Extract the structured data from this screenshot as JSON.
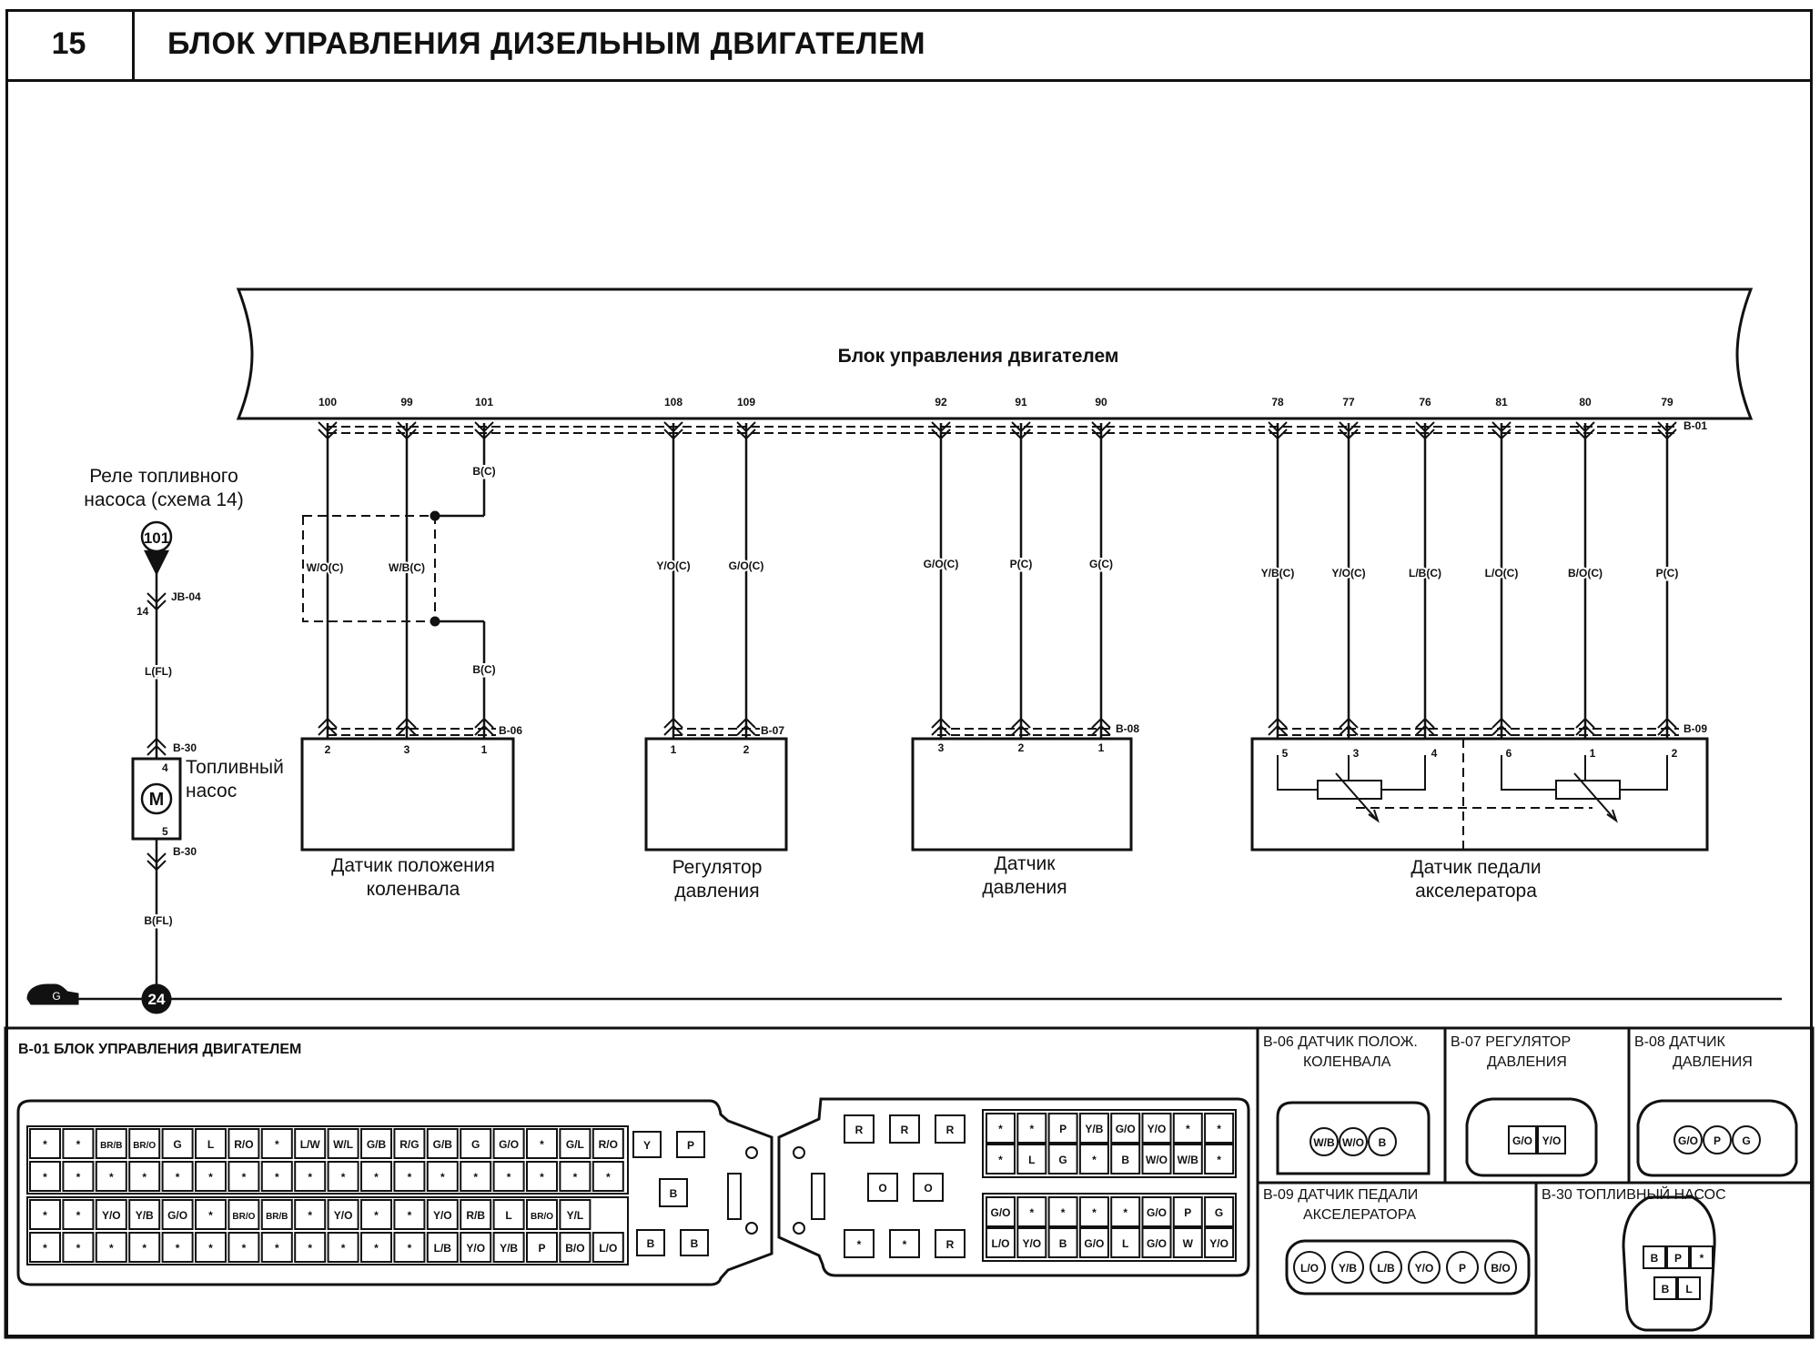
{
  "header": {
    "page_number": "15",
    "title": "БЛОК УПРАВЛЕНИЯ ДИЗЕЛЬНЫМ ДВИГАТЕЛЕМ"
  },
  "ecu": {
    "label": "Блок управления двигателем",
    "connector": "B-01",
    "pins": {
      "p100": "100",
      "p99": "99",
      "p101": "101",
      "p108": "108",
      "p109": "109",
      "p92": "92",
      "p91": "91",
      "p90": "90",
      "p78": "78",
      "p77": "77",
      "p76": "76",
      "p81": "81",
      "p80": "80",
      "p79": "79"
    }
  },
  "relay": {
    "label_line1": "Реле топливного",
    "label_line2": "насоса (схема 14)",
    "node": "101",
    "jb": "JB-04",
    "jb_pin": "14",
    "wire": "L(FL)"
  },
  "pump": {
    "conn_top": "B-30",
    "pin_top": "4",
    "motor": "M",
    "pin_bottom": "5",
    "conn_bottom": "B-30",
    "label_line1": "Топливный",
    "label_line2": "насос",
    "wire_bottom": "B(FL)",
    "ground": "24",
    "ground_icon_letter": "G"
  },
  "wires": {
    "w100": "W/O(C)",
    "w99": "W/B(C)",
    "w101_top": "B(C)",
    "w101_bot": "B(C)",
    "w108": "Y/O(C)",
    "w109": "G/O(C)",
    "w92": "G/O(C)",
    "w91": "P(C)",
    "w90": "G(C)",
    "w78": "Y/B(C)",
    "w77": "Y/O(C)",
    "w76": "L/B(C)",
    "w81": "L/O(C)",
    "w80": "B/O(C)",
    "w79": "P(C)"
  },
  "components": {
    "crank": {
      "conn": "B-06",
      "pins": [
        "2",
        "3",
        "1"
      ],
      "label_line1": "Датчик положения",
      "label_line2": "коленвала"
    },
    "pressure_reg": {
      "conn": "B-07",
      "pins": [
        "1",
        "2"
      ],
      "label_line1": "Регулятор",
      "label_line2": "давления"
    },
    "pressure_sensor": {
      "conn": "B-08",
      "pins": [
        "3",
        "2",
        "1"
      ],
      "label_line1": "Датчик",
      "label_line2": "давления"
    },
    "pedal": {
      "conn": "B-09",
      "pins": [
        "5",
        "3",
        "4",
        "6",
        "1",
        "2"
      ],
      "label_line1": "Датчик педали",
      "label_line2": "акселератора"
    }
  },
  "connector_views": {
    "b01": {
      "title": "B-01 БЛОК УПРАВЛЕНИЯ ДВИГАТЕЛЕМ",
      "left_rows": [
        [
          "*",
          "*",
          "BR/B",
          "BR/O",
          "G",
          "L",
          "R/O",
          "*",
          "L/W",
          "W/L",
          "G/B",
          "R/G",
          "G/B",
          "G",
          "G/O",
          "*",
          "G/L",
          "R/O"
        ],
        [
          "*",
          "*",
          "*",
          "*",
          "*",
          "*",
          "*",
          "*",
          "*",
          "*",
          "*",
          "*",
          "*",
          "*",
          "*",
          "*",
          "*",
          "*"
        ],
        [
          "*",
          "*",
          "Y/O",
          "Y/B",
          "G/O",
          "*",
          "BR/O",
          "BR/B",
          "*",
          "Y/O",
          "*",
          "*",
          "Y/O",
          "R/B",
          "L",
          "BR/O",
          "Y/L"
        ],
        [
          "*",
          "*",
          "*",
          "*",
          "*",
          "*",
          "*",
          "*",
          "*",
          "*",
          "*",
          "*",
          "L/B",
          "Y/O",
          "Y/B",
          "P",
          "B/O",
          "L/O"
        ]
      ],
      "left_side": [
        "Y",
        "P",
        "B",
        "B",
        "B"
      ],
      "right_top": [
        "R",
        "R",
        "R"
      ],
      "right_mid": [
        "O",
        "O"
      ],
      "right_bot": [
        "*",
        "*",
        "R"
      ],
      "right_rows": [
        [
          "*",
          "*",
          "P",
          "Y/B",
          "G/O",
          "Y/O",
          "*",
          "*"
        ],
        [
          "*",
          "L",
          "G",
          "*",
          "B",
          "W/O",
          "W/B",
          "*"
        ],
        [
          "G/O",
          "*",
          "*",
          "*",
          "*",
          "G/O",
          "P",
          "G"
        ],
        [
          "L/O",
          "Y/O",
          "B",
          "G/O",
          "L",
          "G/O",
          "W",
          "Y/O"
        ]
      ]
    },
    "b06": {
      "title1": "B-06 ДАТЧИК ПОЛОЖ.",
      "title2": "КОЛЕНВАЛА",
      "pins": [
        "W/B",
        "W/O",
        "B"
      ]
    },
    "b07": {
      "title1": "B-07 РЕГУЛЯТОР",
      "title2": "ДАВЛЕНИЯ",
      "pins": [
        "G/O",
        "Y/O"
      ]
    },
    "b08": {
      "title1": "B-08 ДАТЧИК",
      "title2": "ДАВЛЕНИЯ",
      "pins": [
        "G/O",
        "P",
        "G"
      ]
    },
    "b09": {
      "title1": "B-09 ДАТЧИК ПЕДАЛИ",
      "title2": "АКСЕЛЕРАТОРА",
      "pins": [
        "L/O",
        "Y/B",
        "L/B",
        "Y/O",
        "P",
        "B/O"
      ]
    },
    "b30": {
      "title": "B-30 ТОПЛИВНЫЙ НАСОС",
      "pins": [
        "B",
        "P",
        "*",
        "B",
        "L"
      ]
    }
  }
}
